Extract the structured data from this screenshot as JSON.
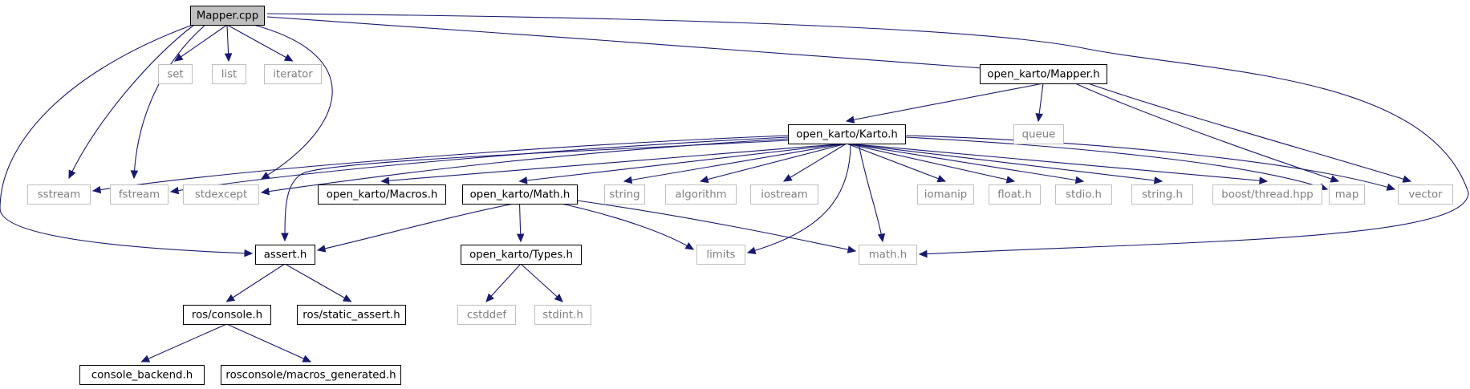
{
  "colors": {
    "edge": "#191970",
    "root_fill": "#bfbfbf",
    "local_border": "#000000",
    "system_border": "#bfbfbf",
    "system_text": "#808080"
  },
  "nodes": [
    {
      "id": "mapper_cpp",
      "label": "Mapper.cpp",
      "kind": "root"
    },
    {
      "id": "set",
      "label": "set",
      "kind": "system"
    },
    {
      "id": "list",
      "label": "list",
      "kind": "system"
    },
    {
      "id": "iterator",
      "label": "iterator",
      "kind": "system"
    },
    {
      "id": "ok_mapper_h",
      "label": "open_karto/Mapper.h",
      "kind": "local"
    },
    {
      "id": "queue",
      "label": "queue",
      "kind": "system"
    },
    {
      "id": "ok_karto_h",
      "label": "open_karto/Karto.h",
      "kind": "local"
    },
    {
      "id": "sstream",
      "label": "sstream",
      "kind": "system"
    },
    {
      "id": "fstream",
      "label": "fstream",
      "kind": "system"
    },
    {
      "id": "stdexcept",
      "label": "stdexcept",
      "kind": "system"
    },
    {
      "id": "ok_macros_h",
      "label": "open_karto/Macros.h",
      "kind": "local"
    },
    {
      "id": "ok_math_h",
      "label": "open_karto/Math.h",
      "kind": "local"
    },
    {
      "id": "string",
      "label": "string",
      "kind": "system"
    },
    {
      "id": "algorithm",
      "label": "algorithm",
      "kind": "system"
    },
    {
      "id": "iostream",
      "label": "iostream",
      "kind": "system"
    },
    {
      "id": "iomanip",
      "label": "iomanip",
      "kind": "system"
    },
    {
      "id": "float_h",
      "label": "float.h",
      "kind": "system"
    },
    {
      "id": "stdio_h",
      "label": "stdio.h",
      "kind": "system"
    },
    {
      "id": "string_h",
      "label": "string.h",
      "kind": "system"
    },
    {
      "id": "boost_thread",
      "label": "boost/thread.hpp",
      "kind": "system"
    },
    {
      "id": "map",
      "label": "map",
      "kind": "system"
    },
    {
      "id": "vector",
      "label": "vector",
      "kind": "system"
    },
    {
      "id": "assert_h",
      "label": "assert.h",
      "kind": "local"
    },
    {
      "id": "ok_types_h",
      "label": "open_karto/Types.h",
      "kind": "local"
    },
    {
      "id": "limits",
      "label": "limits",
      "kind": "system"
    },
    {
      "id": "math_h",
      "label": "math.h",
      "kind": "system"
    },
    {
      "id": "ros_console_h",
      "label": "ros/console.h",
      "kind": "local"
    },
    {
      "id": "ros_static_assert_h",
      "label": "ros/static_assert.h",
      "kind": "local"
    },
    {
      "id": "cstddef",
      "label": "cstddef",
      "kind": "system"
    },
    {
      "id": "stdint_h",
      "label": "stdint.h",
      "kind": "system"
    },
    {
      "id": "console_backend_h",
      "label": "console_backend.h",
      "kind": "local"
    },
    {
      "id": "rosconsole_macros",
      "label": "rosconsole/macros_generated.h",
      "kind": "local"
    }
  ],
  "edges": [
    {
      "from": "mapper_cpp",
      "to": "set"
    },
    {
      "from": "mapper_cpp",
      "to": "list"
    },
    {
      "from": "mapper_cpp",
      "to": "iterator"
    },
    {
      "from": "mapper_cpp",
      "to": "ok_mapper_h"
    },
    {
      "from": "mapper_cpp",
      "to": "sstream"
    },
    {
      "from": "mapper_cpp",
      "to": "fstream"
    },
    {
      "from": "mapper_cpp",
      "to": "stdexcept"
    },
    {
      "from": "mapper_cpp",
      "to": "assert_h"
    },
    {
      "from": "mapper_cpp",
      "to": "math_h"
    },
    {
      "from": "ok_mapper_h",
      "to": "queue"
    },
    {
      "from": "ok_mapper_h",
      "to": "ok_karto_h"
    },
    {
      "from": "ok_mapper_h",
      "to": "map"
    },
    {
      "from": "ok_mapper_h",
      "to": "vector"
    },
    {
      "from": "ok_karto_h",
      "to": "sstream"
    },
    {
      "from": "ok_karto_h",
      "to": "fstream"
    },
    {
      "from": "ok_karto_h",
      "to": "stdexcept"
    },
    {
      "from": "ok_karto_h",
      "to": "assert_h"
    },
    {
      "from": "ok_karto_h",
      "to": "ok_macros_h"
    },
    {
      "from": "ok_karto_h",
      "to": "ok_math_h"
    },
    {
      "from": "ok_karto_h",
      "to": "string"
    },
    {
      "from": "ok_karto_h",
      "to": "algorithm"
    },
    {
      "from": "ok_karto_h",
      "to": "iostream"
    },
    {
      "from": "ok_karto_h",
      "to": "iomanip"
    },
    {
      "from": "ok_karto_h",
      "to": "float_h"
    },
    {
      "from": "ok_karto_h",
      "to": "stdio_h"
    },
    {
      "from": "ok_karto_h",
      "to": "string_h"
    },
    {
      "from": "ok_karto_h",
      "to": "boost_thread"
    },
    {
      "from": "ok_karto_h",
      "to": "map"
    },
    {
      "from": "ok_karto_h",
      "to": "vector"
    },
    {
      "from": "ok_karto_h",
      "to": "limits"
    },
    {
      "from": "ok_karto_h",
      "to": "math_h"
    },
    {
      "from": "ok_math_h",
      "to": "assert_h"
    },
    {
      "from": "ok_math_h",
      "to": "ok_types_h"
    },
    {
      "from": "ok_math_h",
      "to": "limits"
    },
    {
      "from": "ok_math_h",
      "to": "math_h"
    },
    {
      "from": "assert_h",
      "to": "ros_console_h"
    },
    {
      "from": "assert_h",
      "to": "ros_static_assert_h"
    },
    {
      "from": "ok_types_h",
      "to": "cstddef"
    },
    {
      "from": "ok_types_h",
      "to": "stdint_h"
    },
    {
      "from": "ros_console_h",
      "to": "console_backend_h"
    },
    {
      "from": "ros_console_h",
      "to": "rosconsole_macros"
    }
  ]
}
